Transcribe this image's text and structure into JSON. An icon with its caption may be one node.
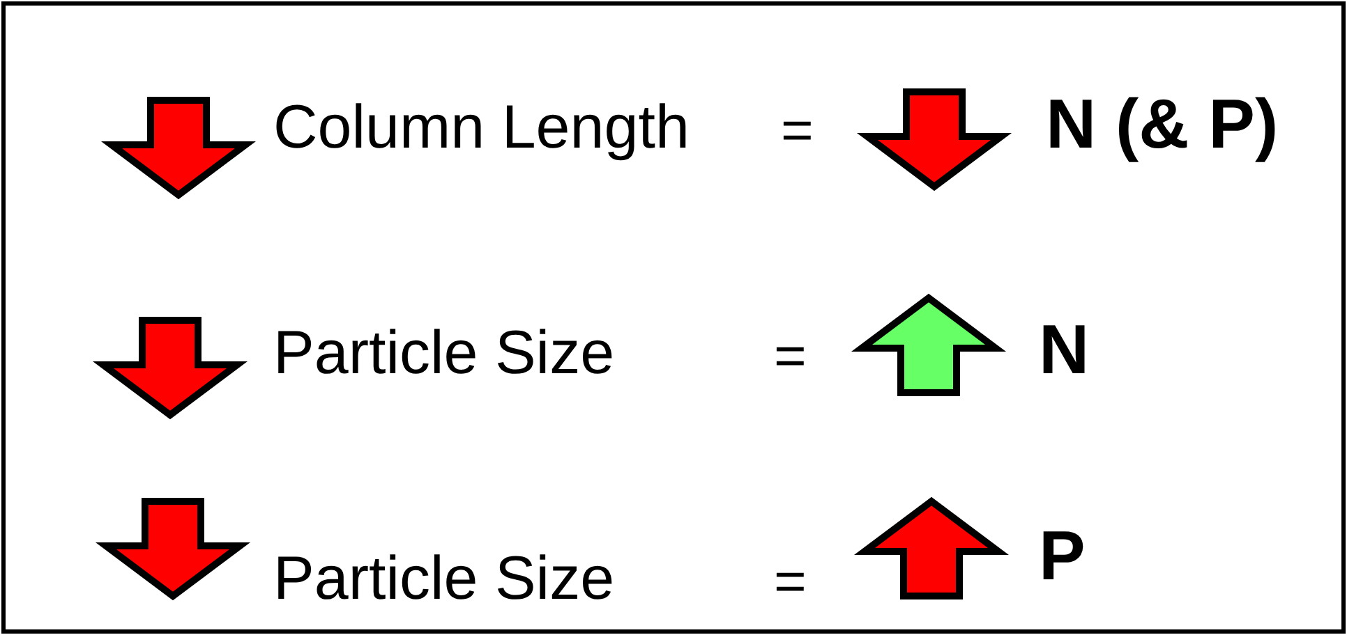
{
  "diagram": {
    "labels": [
      "Column Length",
      "=",
      "N (& P)",
      "Particle Size",
      "=",
      "N",
      "Particle Size",
      "=",
      "P"
    ]
  }
}
